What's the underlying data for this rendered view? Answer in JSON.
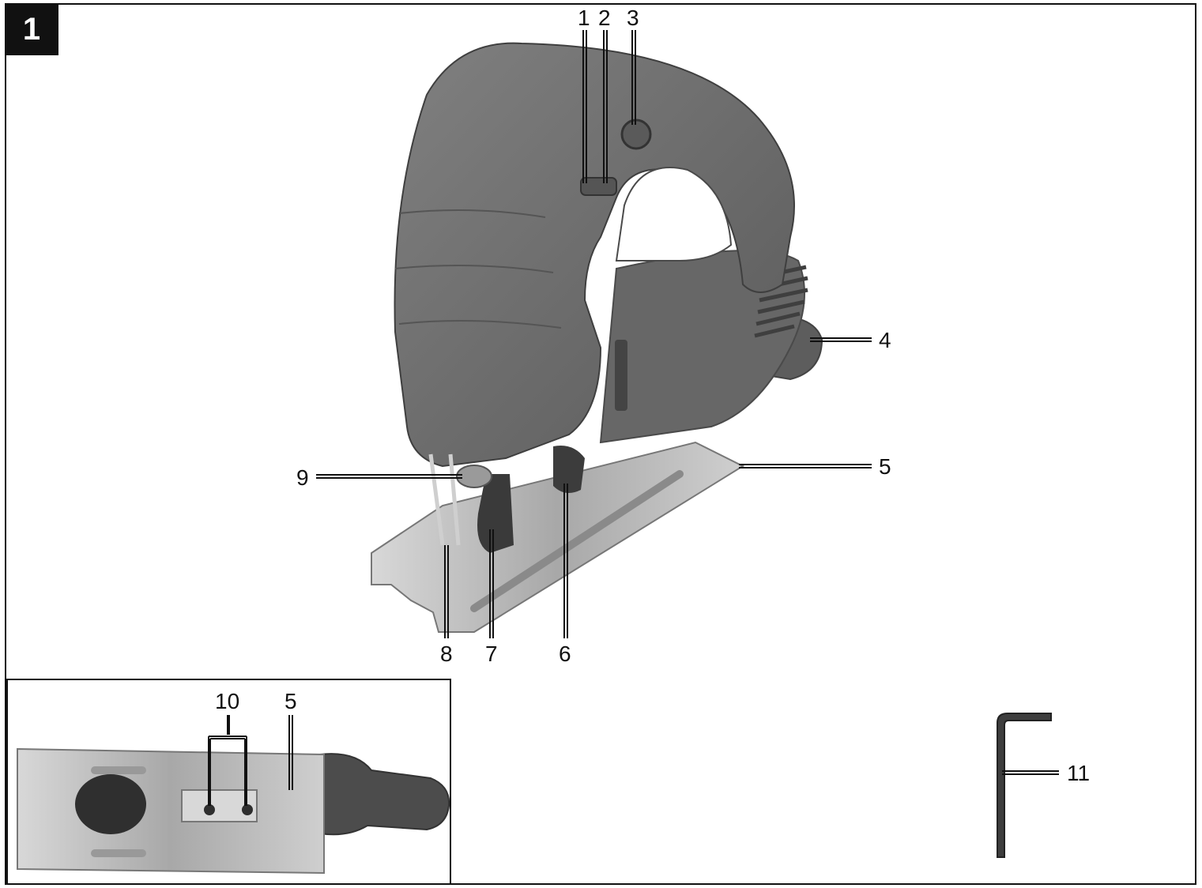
{
  "figure": {
    "number": "1"
  },
  "callouts": {
    "c1": "1",
    "c2": "2",
    "c3": "3",
    "c4": "4",
    "c5": "5",
    "c6": "6",
    "c7": "7",
    "c8": "8",
    "c9": "9",
    "c10": "10",
    "c5b": "5",
    "c11": "11"
  },
  "colors": {
    "body": "#6f6f6f",
    "body_dark": "#4d4d4d",
    "steel": "#bfbfbf",
    "line": "#111111"
  }
}
